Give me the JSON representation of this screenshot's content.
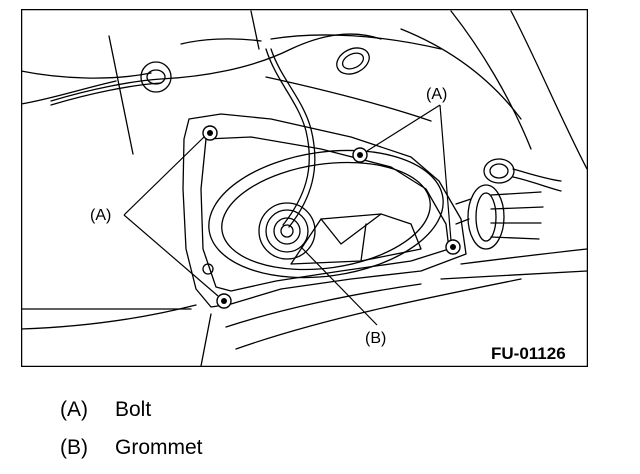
{
  "figure": {
    "callouts": {
      "a_top": "(A)",
      "a_left": "(A)",
      "b": "(B)"
    },
    "code": "FU-01126"
  },
  "legend": [
    {
      "key": "(A)",
      "text": "Bolt"
    },
    {
      "key": "(B)",
      "text": "Grommet"
    }
  ]
}
